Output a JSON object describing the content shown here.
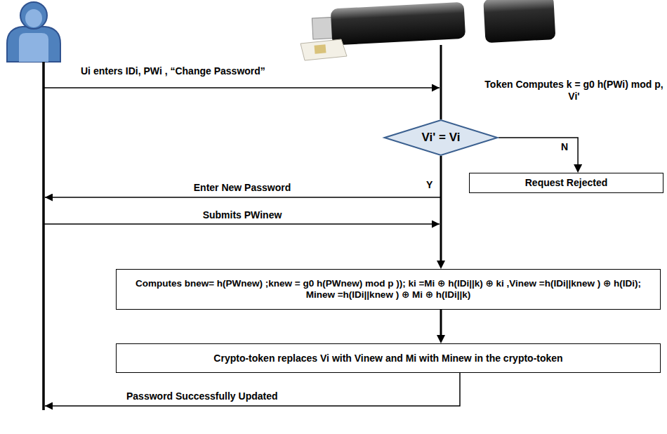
{
  "diagram": {
    "nodes": [
      {
        "text": [
          "Vi' = Vi"
        ]
      },
      {
        "text": [
          "Request Rejected"
        ]
      },
      {
        "text": [
          "Computes bnew= h(PWnew) ;knew = g0 h(PWnew) mod p )); ki =Mi ⊕ h(IDi||k) ⊕ ki ,Vinew =h(IDi||knew ) ⊕ h(IDi); Minew =h(IDi||knew ) ⊕ Mi ⊕ h(IDi||k)"
        ]
      },
      {
        "text": [
          "Crypto-token replaces Vi with Vinew and Mi with Minew in the crypto-token"
        ]
      }
    ],
    "edges": [
      {
        "from": 0,
        "to": 1,
        "label": "N",
        "arrow": "to"
      },
      {
        "from": 0,
        "to": 2,
        "label": "Y",
        "arrow": "to"
      },
      {
        "from": 2,
        "to": 3,
        "arrow": "to"
      }
    ],
    "labels": [
      "Ui enters IDi, PWi , “Change Password”",
      "Token Computes k = g0 h(PWi) mod p, Vi'",
      "Enter New Password",
      "Submits PWinew",
      "Password Successfully Updated"
    ]
  }
}
